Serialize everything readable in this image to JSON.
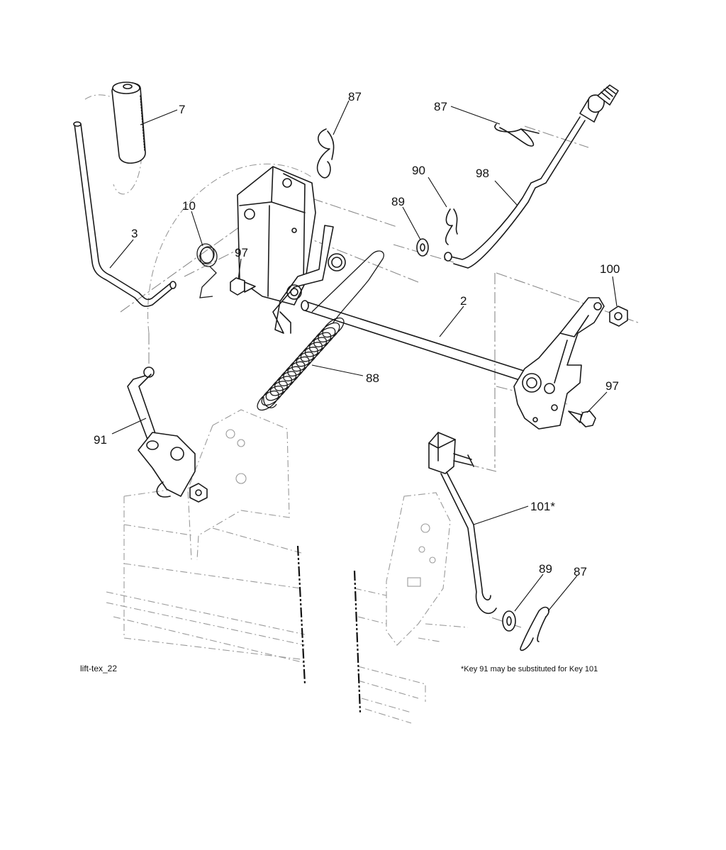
{
  "drawing_id": "lift-tex_22",
  "footnote": "*Key 91 may be substituted for Key 101",
  "callouts": [
    {
      "id": "7",
      "text": "7"
    },
    {
      "id": "87a",
      "text": "87"
    },
    {
      "id": "87b",
      "text": "87"
    },
    {
      "id": "90",
      "text": "90"
    },
    {
      "id": "98",
      "text": "98"
    },
    {
      "id": "89a",
      "text": "89"
    },
    {
      "id": "10",
      "text": "10"
    },
    {
      "id": "3",
      "text": "3"
    },
    {
      "id": "97a",
      "text": "97"
    },
    {
      "id": "2",
      "text": "2"
    },
    {
      "id": "100",
      "text": "100"
    },
    {
      "id": "88",
      "text": "88"
    },
    {
      "id": "97b",
      "text": "97"
    },
    {
      "id": "91",
      "text": "91"
    },
    {
      "id": "101",
      "text": "101*"
    },
    {
      "id": "89b",
      "text": "89"
    },
    {
      "id": "87c",
      "text": "87"
    }
  ]
}
